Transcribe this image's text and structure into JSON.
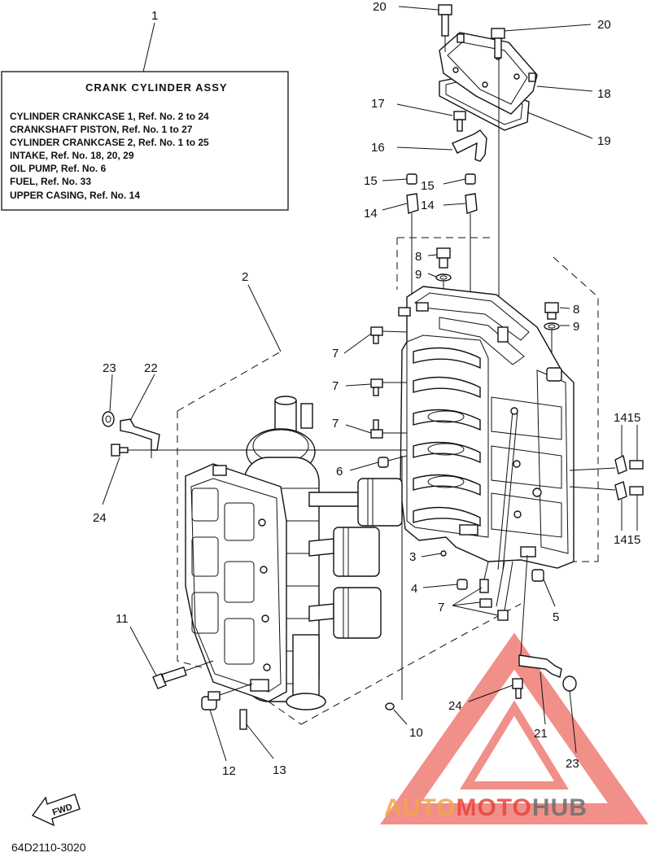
{
  "diagram": {
    "info_box": {
      "callout": "1",
      "title": "CRANK CYLINDER ASSY",
      "lines": [
        "CYLINDER CRANKCASE 1, Ref. No. 2 to 24",
        "CRANKSHAFT PISTON,        Ref. No. 1 to 27",
        "CYLINDER CRANKCASE 2, Ref. No. 1 to 25",
        "INTAKE,    Ref. No. 18, 20, 29",
        "OIL PUMP, Ref. No. 6",
        "FUEL,       Ref. No. 33",
        "UPPER CASING, Ref. No. 14"
      ]
    },
    "callouts": {
      "c20a": "20",
      "c20b": "20",
      "c18": "18",
      "c19": "19",
      "c17": "17",
      "c16": "16",
      "c15a": "15",
      "c15b": "15",
      "c14a": "14",
      "c14b": "14",
      "c8a": "8",
      "c9a": "9",
      "c8b": "8",
      "c9b": "9",
      "c2": "2",
      "c7a": "7",
      "c7b": "7",
      "c7c": "7",
      "c7d": "7",
      "c23a": "23",
      "c22": "22",
      "c24a": "24",
      "c6": "6",
      "c1415a": "1415",
      "c1415b": "1415",
      "c3": "3",
      "c4": "4",
      "c5": "5",
      "c11": "11",
      "c10": "10",
      "c24b": "24",
      "c21": "21",
      "c23b": "23",
      "c12": "12",
      "c13": "13"
    },
    "fwd_label": "FWD",
    "diagram_code": "64D2110-3020",
    "watermark": {
      "part1": "AUTO",
      "part2": "MOTO",
      "part3": "HUB"
    },
    "colors": {
      "line": "#111111",
      "watermark_red": "#e8453c",
      "watermark_orange": "#f2a64a",
      "watermark_gray": "#6d6d6d"
    }
  }
}
